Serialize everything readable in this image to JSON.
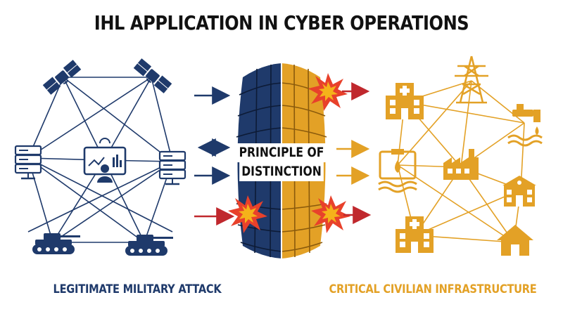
{
  "title": "IHL APPLICATION IN CYBER OPERATIONS",
  "center": {
    "line1": "PRINCIPLE OF",
    "line2": "DISTINCTION"
  },
  "left_caption": "LEGITIMATE MILITARY ATTACK",
  "right_caption": "CRITICAL CIVILIAN INFRASTRUCTURE",
  "colors": {
    "military": "#1f3a6b",
    "civilian": "#e3a126",
    "attack_arrow": "#c0282d",
    "explosion": "#e8412b"
  },
  "icons": {
    "military": [
      "satellite-icon",
      "satellite-icon",
      "server-icon",
      "command-monitor-icon",
      "server-icon",
      "tank-icon",
      "tank-icon"
    ],
    "civilian": [
      "hospital-icon",
      "power-tower-icon",
      "water-tap-icon",
      "water-tap-icon",
      "factory-icon",
      "school-icon",
      "hospital-icon",
      "house-icon"
    ]
  }
}
